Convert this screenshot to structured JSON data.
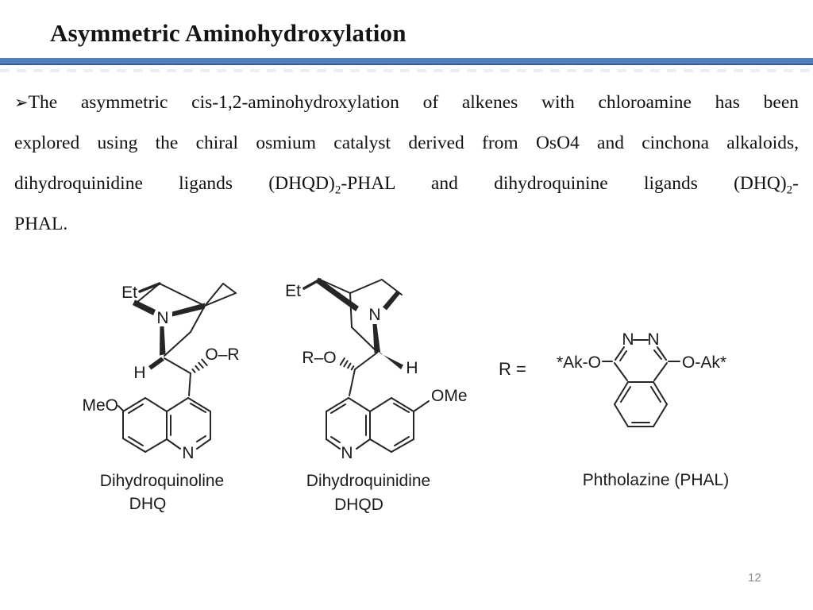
{
  "slide": {
    "title": "Asymmetric Aminohydroxylation",
    "page_number": "12",
    "accent_color": "#4f81bd"
  },
  "body": {
    "bullet": "➢",
    "line1": "The asymmetric cis-1,2-aminohydroxylation of alkenes with chloroamine has been",
    "line2": "explored using the chiral osmium catalyst derived from OsO4 and cinchona alkaloids,",
    "line3_part1": "dihydroquinidine ligands (DHQD)",
    "line3_sub1": "2",
    "line3_part2": "-PHAL and dihydroquinine ligands (DHQ)",
    "line3_sub2": "2",
    "line3_part3": "-",
    "line4": "PHAL."
  },
  "structures": {
    "dhq": {
      "et": "Et",
      "n_quinuclidine": "N",
      "h": "H",
      "or_group": "O–R",
      "meo": "MeO",
      "n_quinoline": "N",
      "name": "Dihydroquinoline",
      "abbr": "DHQ"
    },
    "dhqd": {
      "et": "Et",
      "n_quinuclidine": "N",
      "h": "H",
      "ro_group": "R–O",
      "ome": "OMe",
      "n_quinoline": "N",
      "name": "Dihydroquinidine",
      "abbr": "DHQD"
    },
    "phal": {
      "r_equals": "R =",
      "left_group": "*Ak-O",
      "right_group": "O-Ak*",
      "n1": "N",
      "n2": "N",
      "name": "Phtholazine (PHAL)"
    }
  }
}
